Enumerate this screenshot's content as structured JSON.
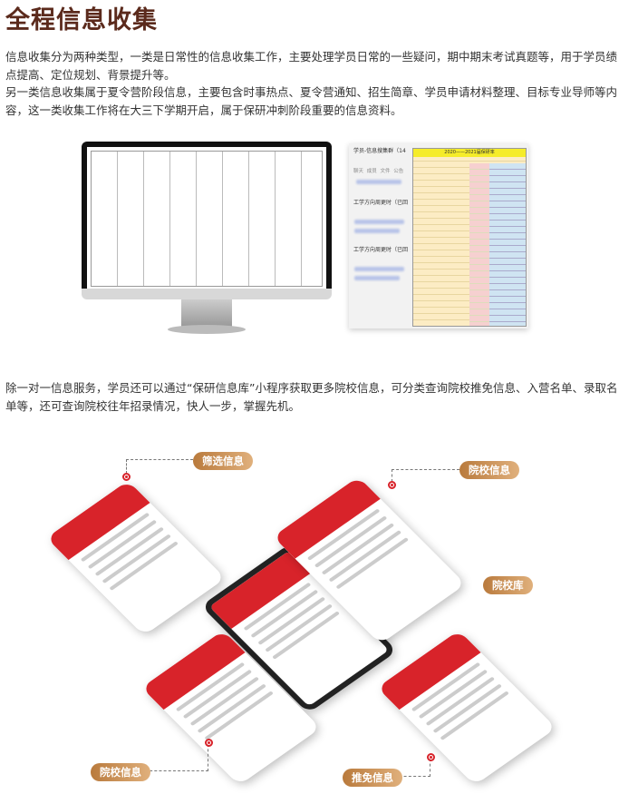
{
  "title": "全程信息收集",
  "paragraphs": [
    "信息收集分为两种类型，一类是日常性的信息收集工作，主要处理学员日常的一些疑问，期中期末考试真题等，用于学员绩点提高、定位规划、背景提升等。",
    "另一类信息收集属于夏令营阶段信息，主要包含时事热点、夏令营通知、招生简章、学员申请材料整理、目标专业导师等内容，这一类收集工作将在大三下学期开启，属于保研冲刺阶段重要的信息资料。",
    "除一对一信息服务，学员还可以通过“保研信息库”小程序获取更多院校信息，可分类查询院校推免信息、入营名单、录取名单等，还可查询院校往年招录情况，快人一步，掌握先机。"
  ],
  "chat": {
    "group_name": "学员-信息搜集群（14",
    "tabs": "聊天 成员 文件 公告",
    "messages": [
      "工学方向周更时（已回",
      "工学方向周更时（已回"
    ]
  },
  "excel": {
    "header": "2020——2021届保研率"
  },
  "labels": {
    "filter": "筛选信息",
    "school_info_top": "院校信息",
    "school_library": "院校库",
    "school_info_bottom": "院校信息",
    "recommend": "推免信息"
  },
  "colors": {
    "title": "#5b2a1c",
    "accent_red": "#d8232a",
    "label_gold": "#c98d4c"
  }
}
